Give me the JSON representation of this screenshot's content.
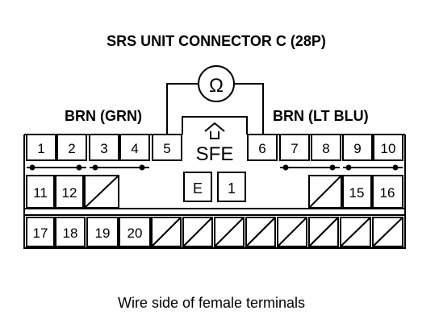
{
  "title": "SRS UNIT CONNECTOR C (28P)",
  "meter_symbol": "Ω",
  "left_wire_label": "BRN (GRN)",
  "right_wire_label": "BRN (LT BLU)",
  "center_label": "SFE",
  "center_boxes": [
    "E",
    "1"
  ],
  "row1": [
    "1",
    "2",
    "3",
    "4",
    "5",
    "6",
    "7",
    "8",
    "9",
    "10"
  ],
  "row2": [
    "11",
    "12",
    "15",
    "16"
  ],
  "row3": [
    "17",
    "18",
    "19",
    "20"
  ],
  "caption": "Wire side of female terminals",
  "icons": {
    "key": "up-arrow-key-icon",
    "meter": "ohmmeter-icon",
    "jumper": "shorting-bar-icon",
    "empty": "empty-cavity-icon"
  }
}
